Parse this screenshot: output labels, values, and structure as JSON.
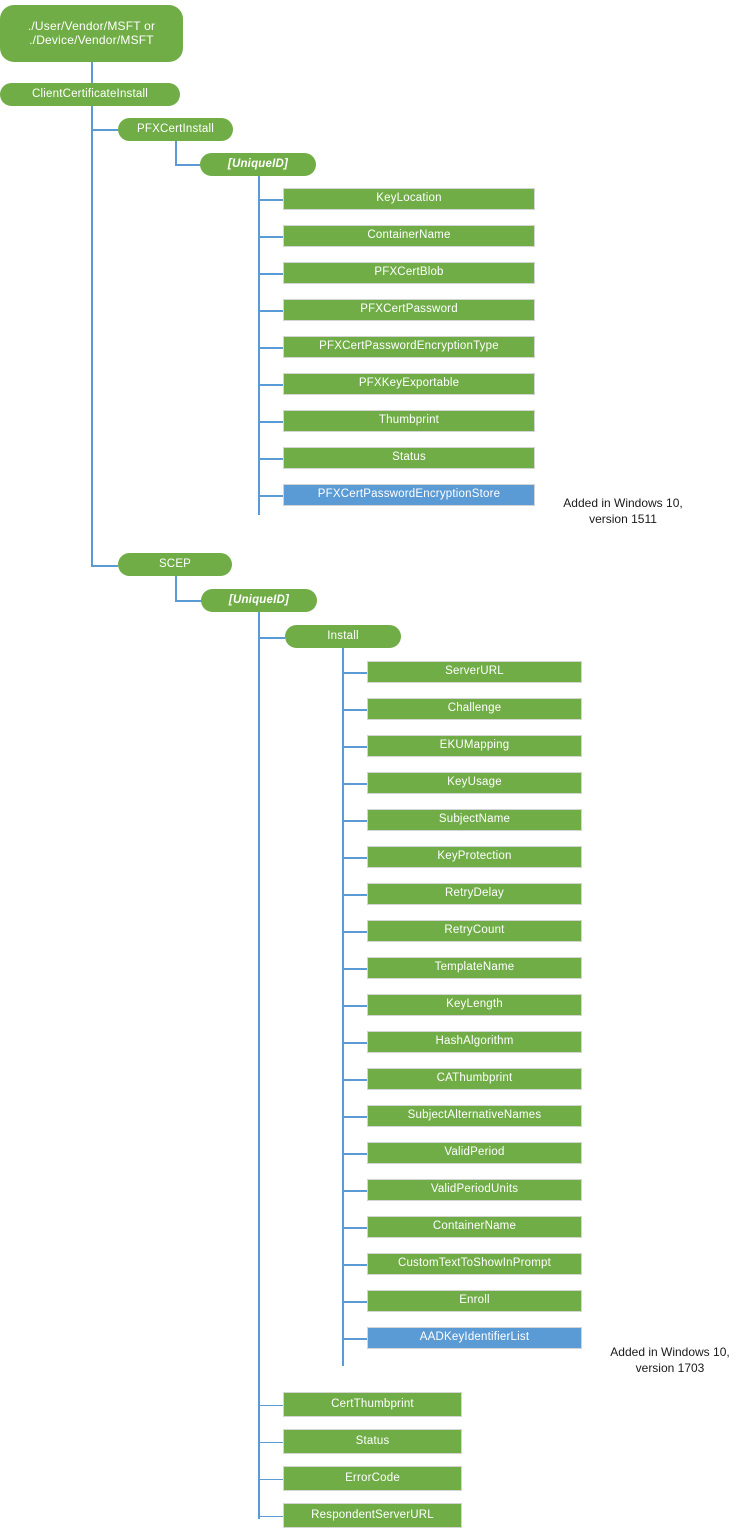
{
  "diagram": {
    "title": "ClientCertificateInstall CSP tree",
    "colors": {
      "green": "#70AD47",
      "blue": "#5B9BD5",
      "connector": "#5B9BD5",
      "node_border": "#D4D4D4",
      "text": "#FFFFFF",
      "note_text": "#1A1A1A",
      "background": "#FFFFFF"
    },
    "root": {
      "label": "./User/Vendor/MSFT or\n./Device/Vendor/MSFT"
    },
    "level1": {
      "label": "ClientCertificateInstall"
    },
    "pfx": {
      "branch_label": "PFXCertInstall",
      "unique_id_label": "[UniqueID]",
      "children": [
        {
          "label": "KeyLocation",
          "color": "green"
        },
        {
          "label": "ContainerName",
          "color": "green"
        },
        {
          "label": "PFXCertBlob",
          "color": "green"
        },
        {
          "label": "PFXCertPassword",
          "color": "green"
        },
        {
          "label": "PFXCertPasswordEncryptionType",
          "color": "green"
        },
        {
          "label": "PFXKeyExportable",
          "color": "green"
        },
        {
          "label": "Thumbprint",
          "color": "green"
        },
        {
          "label": "Status",
          "color": "green"
        },
        {
          "label": "PFXCertPasswordEncryptionStore",
          "color": "blue"
        }
      ],
      "note": "Added in Windows 10,\nversion 1511"
    },
    "scep": {
      "branch_label": "SCEP",
      "unique_id_label": "[UniqueID]",
      "install_label": "Install",
      "install_children": [
        {
          "label": "ServerURL",
          "color": "green"
        },
        {
          "label": "Challenge",
          "color": "green"
        },
        {
          "label": "EKUMapping",
          "color": "green"
        },
        {
          "label": "KeyUsage",
          "color": "green"
        },
        {
          "label": "SubjectName",
          "color": "green"
        },
        {
          "label": "KeyProtection",
          "color": "green"
        },
        {
          "label": "RetryDelay",
          "color": "green"
        },
        {
          "label": "RetryCount",
          "color": "green"
        },
        {
          "label": "TemplateName",
          "color": "green"
        },
        {
          "label": "KeyLength",
          "color": "green"
        },
        {
          "label": "HashAlgorithm",
          "color": "green"
        },
        {
          "label": "CAThumbprint",
          "color": "green"
        },
        {
          "label": "SubjectAlternativeNames",
          "color": "green"
        },
        {
          "label": "ValidPeriod",
          "color": "green"
        },
        {
          "label": "ValidPeriodUnits",
          "color": "green"
        },
        {
          "label": "ContainerName",
          "color": "green"
        },
        {
          "label": "CustomTextToShowInPrompt",
          "color": "green"
        },
        {
          "label": "Enroll",
          "color": "green"
        },
        {
          "label": "AADKeyIdentifierList",
          "color": "blue"
        }
      ],
      "note": "Added in Windows 10,\nversion 1703",
      "unique_id_children": [
        {
          "label": "CertThumbprint",
          "color": "green"
        },
        {
          "label": "Status",
          "color": "green"
        },
        {
          "label": "ErrorCode",
          "color": "green"
        },
        {
          "label": "RespondentServerURL",
          "color": "green"
        }
      ]
    }
  }
}
